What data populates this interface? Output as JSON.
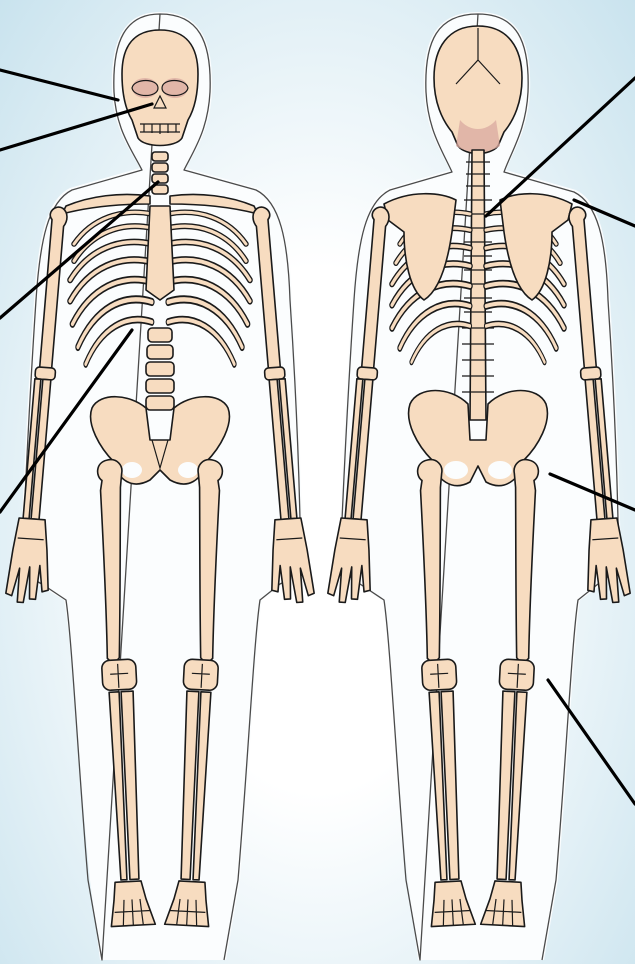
{
  "diagram": {
    "type": "human-skeleton",
    "views": [
      "anterior",
      "posterior"
    ],
    "leader_line_count": 8,
    "labels": []
  },
  "colors": {
    "background_center": "#ffffff",
    "background_edge": "#c9e3ee",
    "bone_fill": "#f7dcc0",
    "body_outline": "#4b4b4b",
    "body_halo": "#fbfdfe",
    "leader_line": "#000000"
  }
}
